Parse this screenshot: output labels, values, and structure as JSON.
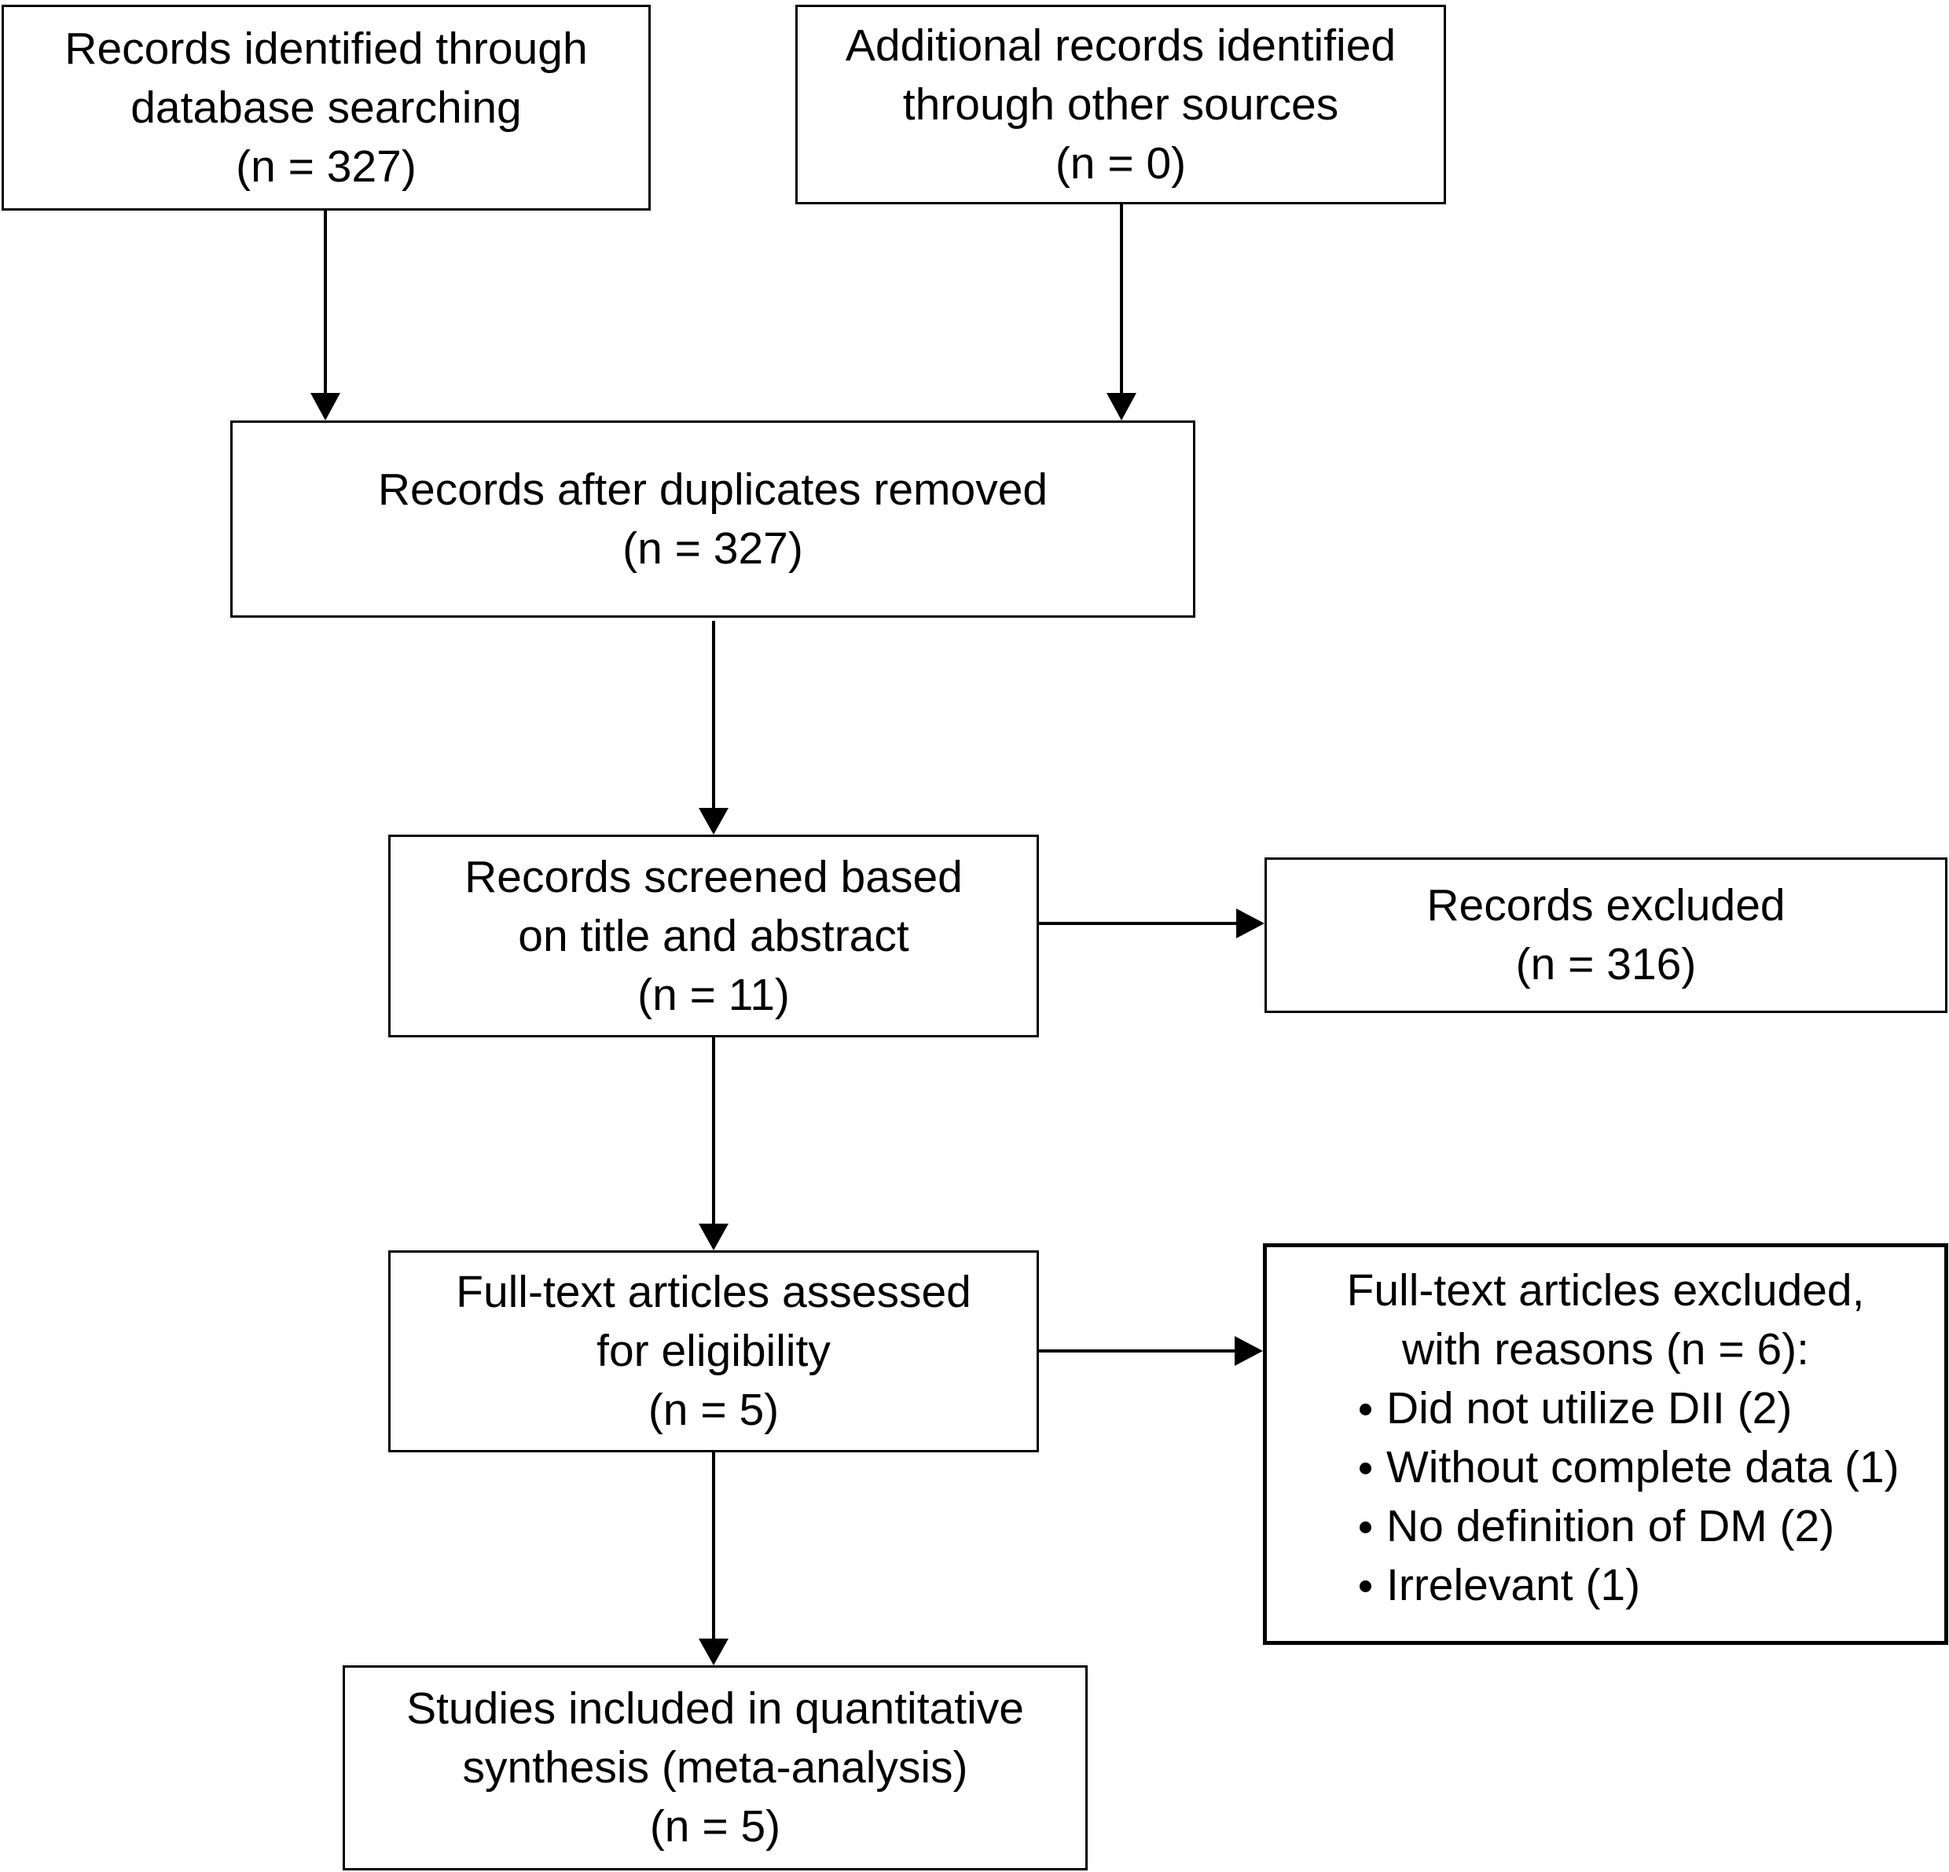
{
  "flow": {
    "identified_db": {
      "lines": [
        "Records identified through",
        "database searching",
        "(n = 327)"
      ]
    },
    "identified_other": {
      "lines": [
        "Additional records identified",
        "through other sources",
        "(n = 0)"
      ]
    },
    "after_duplicates": {
      "lines": [
        "Records after duplicates removed",
        "(n = 327)"
      ]
    },
    "screened": {
      "lines": [
        "Records screened based",
        "on title and abstract",
        "(n = 11)"
      ]
    },
    "excluded": {
      "lines": [
        "Records excluded",
        "(n = 316)"
      ]
    },
    "eligibility": {
      "lines": [
        "Full-text articles assessed",
        "for eligibility",
        "(n = 5)"
      ]
    },
    "fulltext_excluded": {
      "lines": [
        "Full-text articles excluded,",
        "with reasons (n = 6):"
      ],
      "reasons": [
        "Did not utilize DII (2)",
        "Without complete data (1)",
        "No definition of DM (2)",
        "Irrelevant (1)"
      ]
    },
    "included": {
      "lines": [
        "Studies included in quantitative",
        "synthesis (meta-analysis)",
        "(n = 5)"
      ]
    }
  }
}
